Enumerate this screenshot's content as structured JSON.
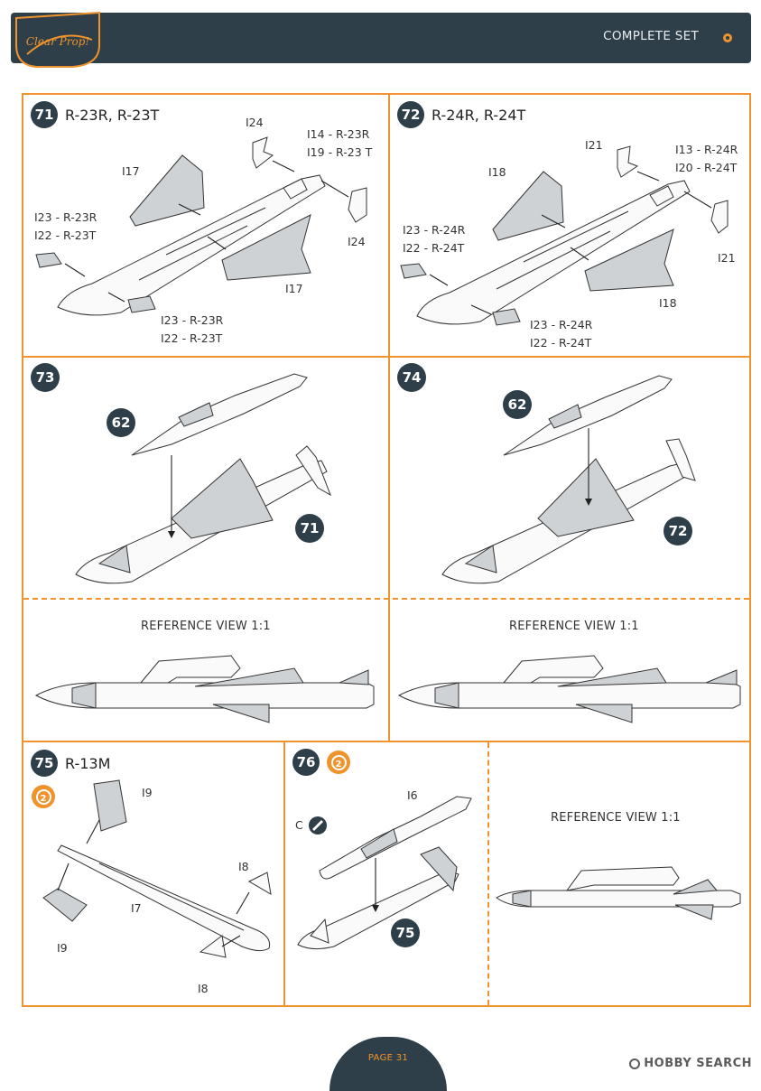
{
  "header": {
    "title": "COMPLETE SET"
  },
  "logo": {
    "text": "Clear Prop!"
  },
  "steps": {
    "s71": {
      "number": "71",
      "title": "R-23R, R-23T"
    },
    "s72": {
      "number": "72",
      "title": "R-24R, R-24T"
    },
    "s73": {
      "number": "73"
    },
    "s74": {
      "number": "74"
    },
    "s75": {
      "number": "75",
      "title": "R-13M"
    },
    "s76": {
      "number": "76"
    }
  },
  "labels": {
    "s71": {
      "i24_top": "I24",
      "i14": "I14 - R-23R",
      "i19": "I19 - R-23 T",
      "i17_top": "I17",
      "i23_left": "I23 - R-23R",
      "i22_left": "I22 - R-23T",
      "i24_right": "I24",
      "i17_bottom": "I17",
      "i23_bottom": "I23 - R-23R",
      "i22_bottom": "I22 - R-23T"
    },
    "s72": {
      "i21_top": "I21",
      "i13": "I13 - R-24R",
      "i20": "I20 - R-24T",
      "i18_top": "I18",
      "i23_left": "I23 - R-24R",
      "i22_left": "I22 - R-24T",
      "i21_right": "I21",
      "i18_bottom": "I18",
      "i23_bottom": "I23 - R-24R",
      "i22_bottom": "I22 - R-24T"
    },
    "s73": {
      "ref_a": "62",
      "ref_b": "71"
    },
    "s74": {
      "ref_a": "62",
      "ref_b": "72"
    },
    "s75": {
      "i9_top": "I9",
      "i8_top": "I8",
      "i7": "I7",
      "i9_bottom": "I9",
      "i8_bottom": "I8"
    },
    "s76": {
      "i6": "I6",
      "c": "C",
      "ref": "75"
    }
  },
  "reference_views": {
    "left": "REFERENCE VIEW 1:1",
    "right": "REFERENCE VIEW 1:1",
    "bottom": "REFERENCE VIEW 1:1"
  },
  "badges": {
    "optional_count": "2"
  },
  "footer": {
    "page": "PAGE 31"
  },
  "watermark": {
    "text": "HOBBY SEARCH"
  },
  "colors": {
    "accent": "#f0932c",
    "navy": "#2e3f49"
  }
}
